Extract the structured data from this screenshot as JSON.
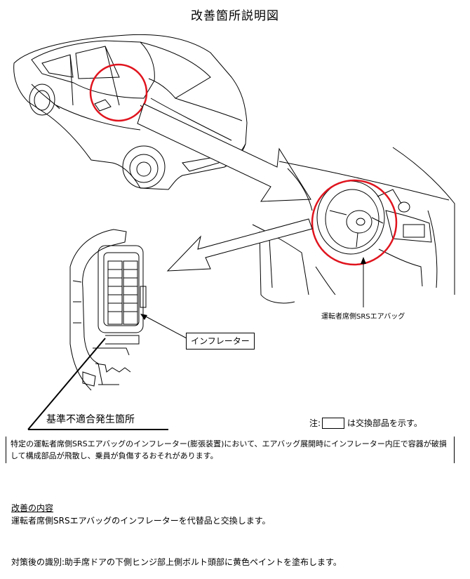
{
  "title": "改善箇所説明図",
  "labels": {
    "driver_airbag": "運転者席側SRSエアバッグ",
    "inflator": "インフレーター",
    "nonconformity": "基準不適合発生箇所",
    "note_prefix": "注:",
    "note_suffix": "は交換部品を示す。"
  },
  "defect_description": "特定の運転者席側SRSエアバッグのインフレーター(膨張装置)において、エアバッグ展開時にインフレーター内圧で容器が破損して構成部品が飛散し、乗員が負傷するおそれがあります。",
  "remedy": {
    "heading": "改善の内容",
    "text": "運転者席側SRSエアバッグのインフレーターを代替品と交換します。"
  },
  "identification": "対策後の識別:助手席ドアの下側ヒンジ部上側ボルト頭部に黄色ペイントを塗布します。",
  "colors": {
    "highlight_circle": "#e0141e",
    "line": "#000000"
  }
}
